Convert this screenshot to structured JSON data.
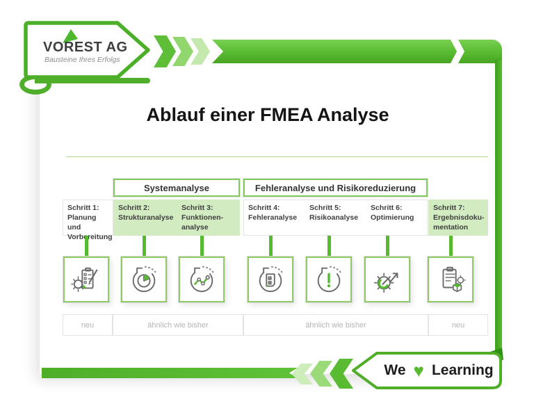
{
  "logo": {
    "company": "VOREST AG",
    "tagline": "Bausteine Ihres Erfolgs",
    "arrow_icon": "green-cursor-arrow-icon"
  },
  "title": "Ablauf einer FMEA Analyse",
  "groups": [
    {
      "label": "Systemanalyse"
    },
    {
      "label": "Fehleranalyse und Risikoreduzierung"
    }
  ],
  "steps": [
    {
      "title": "Schritt 1:",
      "text": "Planung und Vorbereitung",
      "highlighted": false,
      "icon": "planning-clipboard-pencil-gear-icon"
    },
    {
      "title": "Schritt 2:",
      "text": "Strukturanalyse",
      "highlighted": true,
      "icon": "structure-pie-cycle-icon"
    },
    {
      "title": "Schritt 3:",
      "text": "Funktionen-analyse",
      "highlighted": true,
      "icon": "function-trend-cycle-icon"
    },
    {
      "title": "Schritt 4:",
      "text": "Fehleranalyse",
      "highlighted": false,
      "icon": "error-checklist-cycle-icon"
    },
    {
      "title": "Schritt 5:",
      "text": "Risikoanalyse",
      "highlighted": false,
      "icon": "risk-exclamation-cycle-icon"
    },
    {
      "title": "Schritt 6:",
      "text": "Optimierung",
      "highlighted": false,
      "icon": "optimization-gear-arrow-icon"
    },
    {
      "title": "Schritt 7:",
      "text": "Ergebnisdoku-mentation",
      "highlighted": true,
      "icon": "documentation-clipboard-cube-icon"
    }
  ],
  "phases": [
    {
      "label": "neu"
    },
    {
      "label": "ähnlich wie bisher"
    },
    {
      "label": "ähnlich wie bisher"
    },
    {
      "label": "neu"
    }
  ],
  "footer": {
    "we": "We",
    "heart": "♥",
    "learning": "Learning"
  },
  "colors": {
    "primary_green": "#56ba30",
    "light_green_bg": "#d2ebc1",
    "header_border_green": "#84c95f",
    "muted_gray_text": "#b5b5b5",
    "dark_text": "#3f3f3f"
  }
}
